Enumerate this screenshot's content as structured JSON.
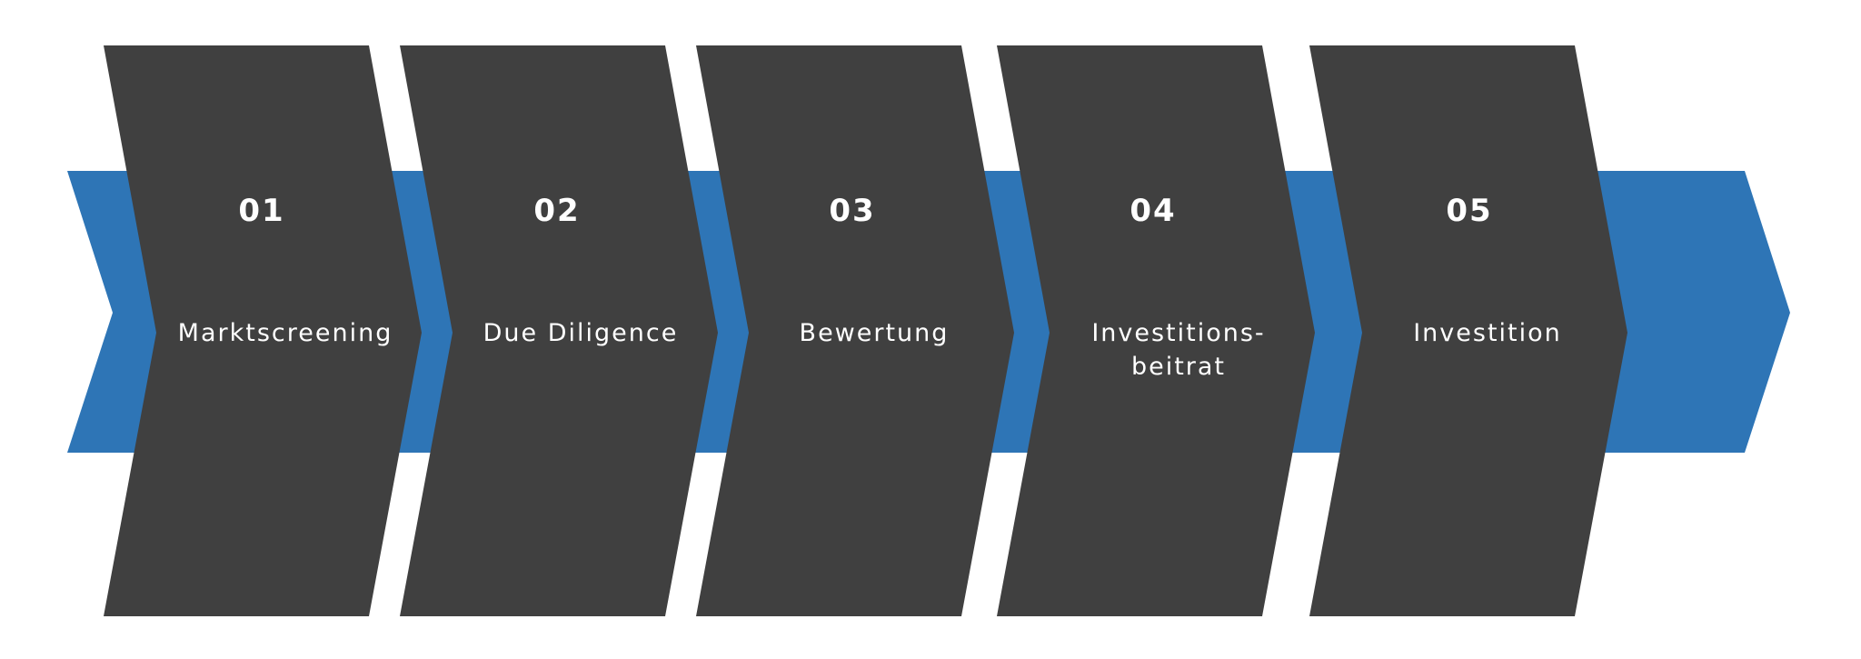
{
  "diagram": {
    "colors": {
      "arrow_band": "#2E75B6",
      "chevron": "#404040",
      "text": "#FFFFFF",
      "background": "#FFFFFF"
    },
    "steps": [
      {
        "number": "01",
        "label": "Marktscreening"
      },
      {
        "number": "02",
        "label": "Due Diligence"
      },
      {
        "number": "03",
        "label": "Bewertung"
      },
      {
        "number": "04",
        "label": "Investitions-\nbeitrat"
      },
      {
        "number": "05",
        "label": "Investition"
      }
    ]
  }
}
